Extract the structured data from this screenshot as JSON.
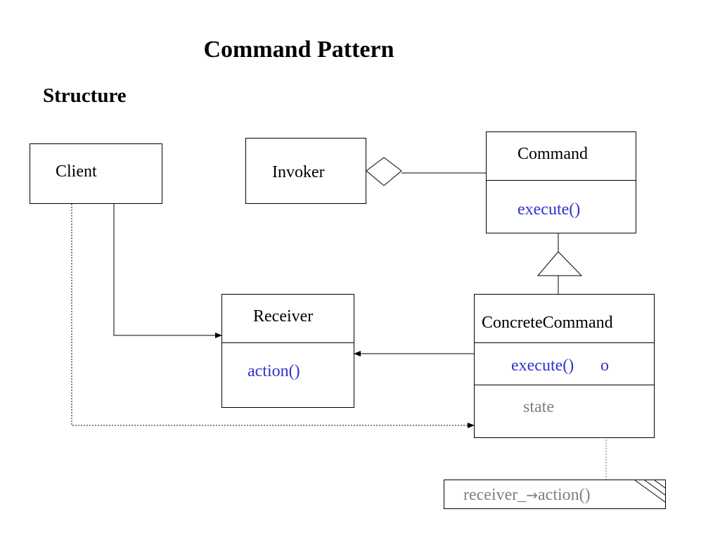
{
  "title": "Command Pattern",
  "subtitle": "Structure",
  "classes": {
    "client": {
      "name": "Client"
    },
    "invoker": {
      "name": "Invoker"
    },
    "command": {
      "name": "Command",
      "operation": "execute()"
    },
    "receiver": {
      "name": "Receiver",
      "operation": "action()"
    },
    "concrete_command": {
      "name": "ConcreteCommand",
      "operation": "execute()",
      "operation_marker": "o",
      "attribute": "state"
    }
  },
  "note": {
    "prefix": "receiver_",
    "arrow": "→",
    "suffix": "action()"
  },
  "colors": {
    "operation": "#3333cc",
    "attribute": "#808080",
    "lines": "#000000"
  }
}
